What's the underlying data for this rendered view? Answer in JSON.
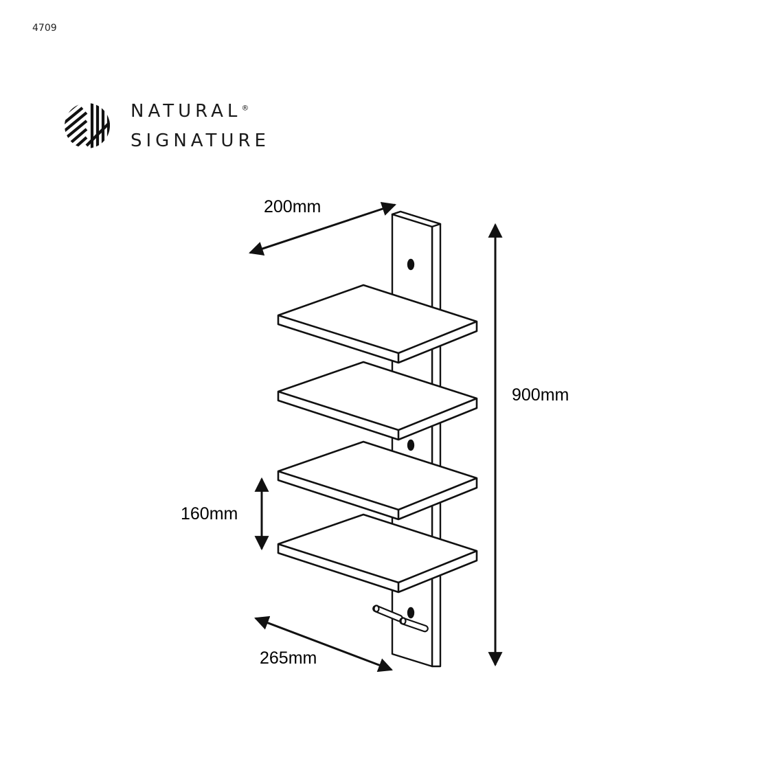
{
  "product_code": "4709",
  "brand": {
    "line1": "NATURAL",
    "line2": "SIGNATURE",
    "mark": "®"
  },
  "dimensions": {
    "depth": "200mm",
    "height": "900mm",
    "spacing": "160mm",
    "width": "265mm"
  },
  "icons": {
    "logo": "natural-signature-logo",
    "arrow": "double-headed-arrow"
  }
}
